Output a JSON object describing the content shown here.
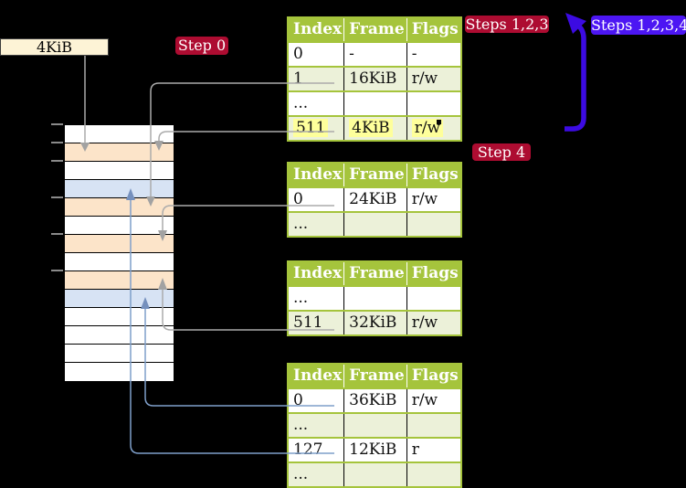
{
  "page_frame_label": "4KiB",
  "badges": {
    "step0": {
      "label": "Step 0",
      "bg": "#ad0c31",
      "fg": "#ffffff"
    },
    "steps123": {
      "label": "Steps 1,2,3",
      "bg": "#ad0c31",
      "fg": "#ffffff"
    },
    "steps1234": {
      "label": "Steps 1,2,3,4",
      "bg": "#4c16f3",
      "fg": "#ffffff"
    },
    "step4": {
      "label": "Step 4",
      "bg": "#ad0c31",
      "fg": "#ffffff"
    }
  },
  "tables": {
    "headers": [
      "Index",
      "Frame",
      "Flags"
    ],
    "t1": {
      "rows": [
        [
          "0",
          "-",
          "-"
        ],
        [
          "1",
          "16KiB",
          "r/w"
        ],
        [
          "...",
          "",
          ""
        ],
        [
          "511",
          "4KiB",
          "r/w"
        ]
      ],
      "highlighted_row": "511"
    },
    "t2": {
      "rows": [
        [
          "0",
          "24KiB",
          "r/w"
        ],
        [
          "...",
          "",
          ""
        ]
      ]
    },
    "t3": {
      "rows": [
        [
          "...",
          "",
          ""
        ],
        [
          "511",
          "32KiB",
          "r/w"
        ]
      ]
    },
    "t4": {
      "rows": [
        [
          "0",
          "36KiB",
          "r/w"
        ],
        [
          "...",
          "",
          ""
        ],
        [
          "127",
          "12KiB",
          "r"
        ],
        [
          "...",
          "",
          ""
        ]
      ]
    }
  },
  "memory": {
    "rows": [
      "white",
      "peach",
      "white",
      "blue",
      "peach",
      "white",
      "peach",
      "white",
      "peach",
      "blue",
      "white",
      "white",
      "white",
      "white"
    ],
    "ticks_y": [
      136,
      156,
      176,
      216,
      256,
      296
    ],
    "row_colors": {
      "white": "#ffffff",
      "peach": "#fce4c9",
      "blue": "#d7e3f4"
    }
  },
  "colors": {
    "background": "#000000",
    "table_header_green": "#a5c43c",
    "table_row_light_green": "#ecf1d9",
    "highlight_yellow": "#feff9b",
    "connector_gray": "#ababab",
    "connector_blue": "#7f9fca",
    "recursive_arrow_blue": "#3c0be2",
    "label_box_cream": "#fdf3d6"
  }
}
